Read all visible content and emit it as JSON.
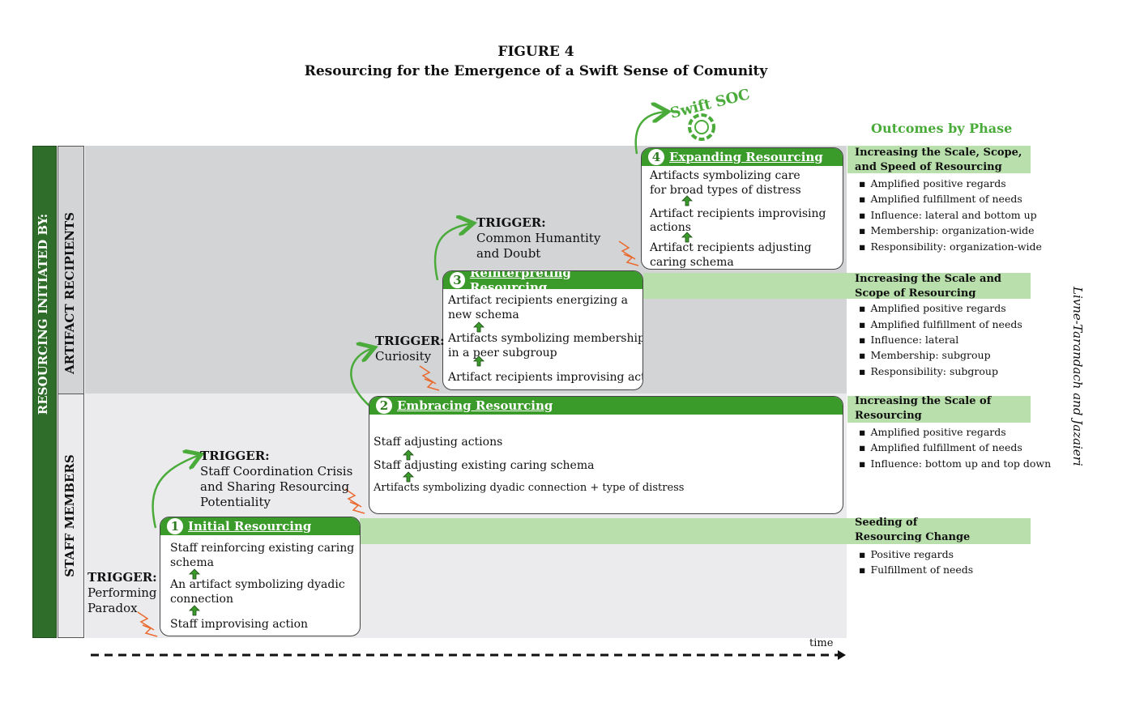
{
  "figure": {
    "number": "FIGURE 4",
    "title": "Resourcing for the Emergence of a Swift Sense of Comunity"
  },
  "axis": {
    "left_outer": "RESOURCING INITIATED BY:",
    "row_top": "ARTIFACT RECIPIENTS",
    "row_bottom": "STAFF MEMBERS",
    "time": "time"
  },
  "swift_soc": "Swift SOC",
  "outcomes_heading": "Outcomes by Phase",
  "author": "Livne-Tarandach and Jazaieri",
  "phases": [
    {
      "num": "1",
      "name": "Initial Resourcing",
      "lines": [
        "Staff reinforcing existing caring",
        "schema",
        "An artifact symbolizing dyadic",
        "connection",
        "Staff improvising action"
      ]
    },
    {
      "num": "2",
      "name": "Embracing Resourcing",
      "lines": [
        "Staff adjusting actions",
        "Staff adjusting existing caring schema",
        "Artifacts symbolizing dyadic connection + type of distress"
      ]
    },
    {
      "num": "3",
      "name": "Reinterpreting Resourcing",
      "lines": [
        "Artifact recipients energizing a",
        "new schema",
        "Artifacts symbolizing membership",
        "in a peer subgroup",
        "Artifact recipients improvising action"
      ]
    },
    {
      "num": "4",
      "name": "Expanding Resourcing",
      "lines": [
        "Artifacts symbolizing care",
        "for broad types of distress",
        "Artifact recipients improvising",
        "actions",
        "Artifact recipients adjusting",
        "caring schema"
      ]
    }
  ],
  "triggers": [
    {
      "label": "TRIGGER:",
      "lines": [
        "Performing",
        "Paradox"
      ]
    },
    {
      "label": "TRIGGER:",
      "lines": [
        "Staff Coordination Crisis",
        "and Sharing Resourcing",
        "Potentiality"
      ]
    },
    {
      "label": "TRIGGER:",
      "lines": [
        "Curiosity"
      ]
    },
    {
      "label": "TRIGGER:",
      "lines": [
        "Common Humantity",
        "and Doubt"
      ]
    }
  ],
  "outcomes": [
    {
      "title": [
        "Increasing the Scale, Scope,",
        "and Speed of Resourcing"
      ],
      "items": [
        "Amplified positive regards",
        "Amplified fulfillment of needs",
        "Influence: lateral and bottom up",
        "Membership: organization-wide",
        "Responsibility: organization-wide"
      ]
    },
    {
      "title": [
        "Increasing the Scale and",
        "Scope of Resourcing"
      ],
      "items": [
        "Amplified positive regards",
        "Amplified fulfillment of needs",
        "Influence: lateral",
        "Membership: subgroup",
        "Responsibility: subgroup"
      ]
    },
    {
      "title": [
        "Increasing the Scale of",
        "Resourcing"
      ],
      "items": [
        "Amplified positive regards",
        "Amplified fulfillment of needs",
        "Influence: bottom up and top down"
      ]
    },
    {
      "title": [
        "Seeding of",
        "Resourcing Change"
      ],
      "items": [
        "Positive regards",
        "Fulfillment of needs"
      ]
    }
  ],
  "colors": {
    "dark_green": "#2f6e2a",
    "header_green": "#3a9a2a",
    "light_green": "#b9e0ac",
    "band_dark": "#d3d4d6",
    "band_light": "#ebebed",
    "trigger_orange": "#ea6a2e"
  }
}
